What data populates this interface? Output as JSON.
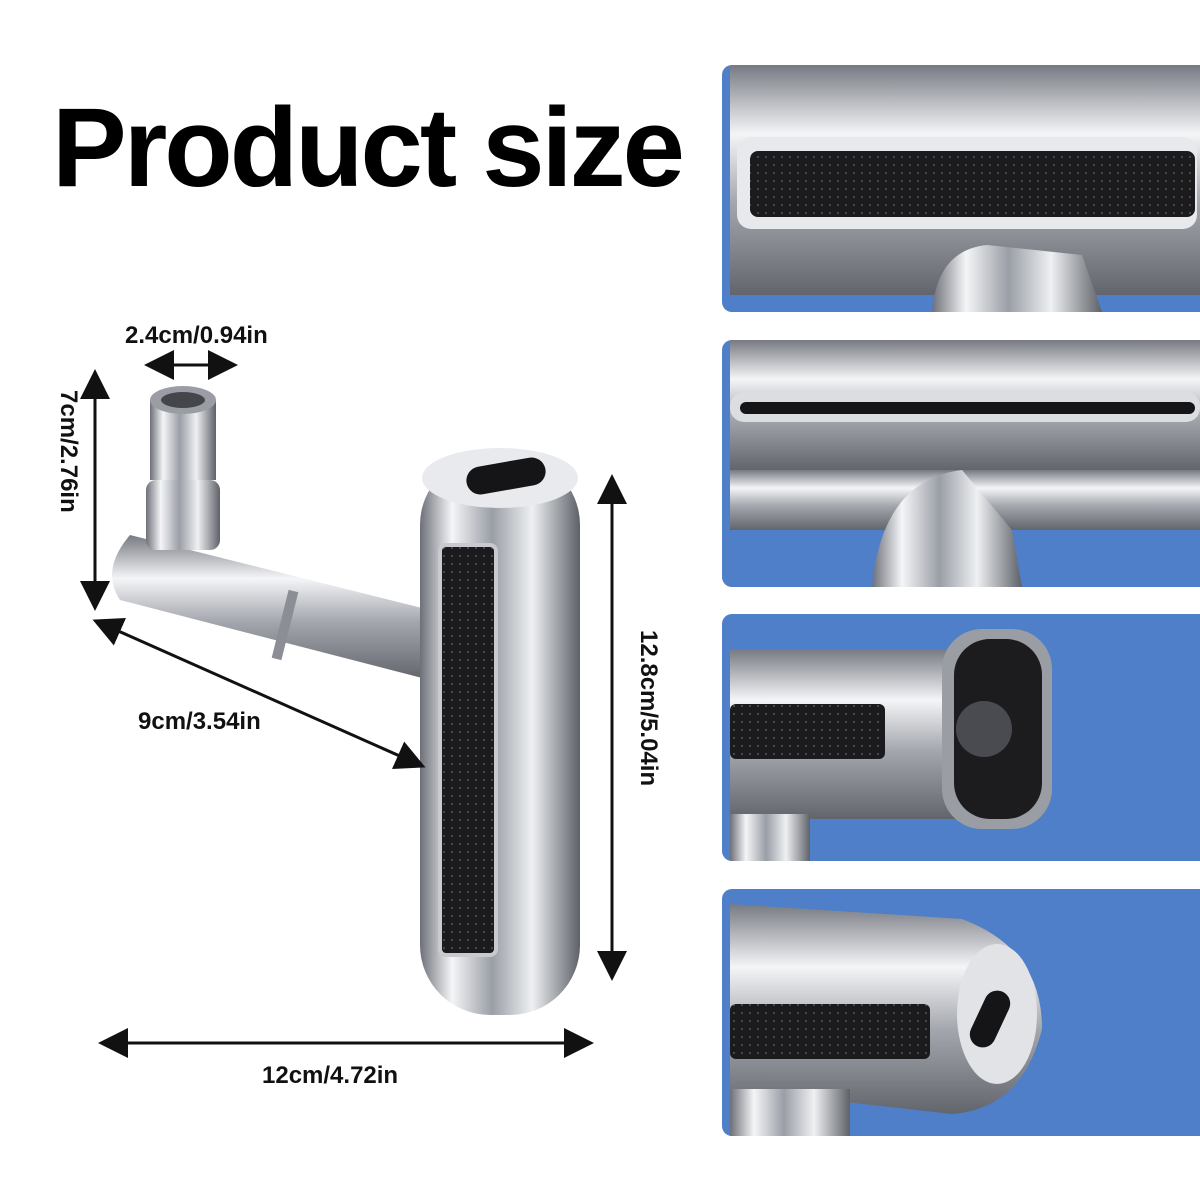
{
  "title": "Product size",
  "dimensions": {
    "aerator_diameter": "2.4cm/0.94in",
    "aerator_height": "7cm/2.76in",
    "arm_length": "9cm/3.54in",
    "body_height": "12.8cm/5.04in",
    "total_width": "12cm/4.72in"
  },
  "colors": {
    "panel_background": "#4f7fc9",
    "chrome": "#c9ccd2",
    "spray_face": "#1a1a1a"
  },
  "detail_panels": [
    {
      "id": "spray-face-detail"
    },
    {
      "id": "waterfall-outlet-detail"
    },
    {
      "id": "aerator-end-detail"
    },
    {
      "id": "oval-outlet-detail"
    }
  ]
}
